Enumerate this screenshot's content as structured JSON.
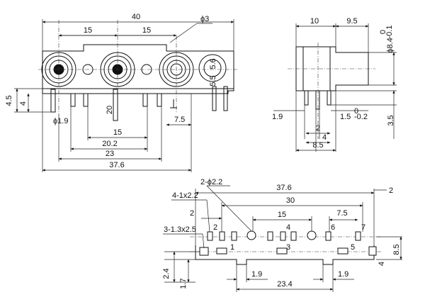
{
  "front_view": {
    "dims_top": [
      "40",
      "15",
      "15",
      "ϕ3"
    ],
    "dims_right": [
      "5.6",
      "5.5"
    ],
    "dims_left": [
      "4.5",
      "4"
    ],
    "pin_label": "20",
    "dims_bottom": [
      "ϕ1.9",
      "15",
      "20.2",
      "23",
      "37.6",
      "7.5"
    ]
  },
  "side_view": {
    "dims_top": [
      "10",
      "9.5"
    ],
    "dia_main": "ϕ8.4",
    "dia_tol_upper": "0",
    "dia_tol_lower": "-0.1",
    "dim_left": "1.9",
    "dim_right": "1.5",
    "pin_tol_upper": "0",
    "pin_tol_lower": "-0.2",
    "dim_height": "3.5",
    "dims_bottom": [
      "2",
      "4",
      "8.5"
    ]
  },
  "footprint": {
    "hole_label": "2-ϕ2.2",
    "slot_label_1": "4-1x2.2",
    "slot_label_2": "3-1.3x2.5",
    "dims_top": [
      "37.6",
      "30",
      "15",
      "7.5",
      "2",
      "2"
    ],
    "pin_numbers": [
      "1",
      "2",
      "3",
      "4",
      "5",
      "6",
      "7"
    ],
    "dims_right": [
      "8.5",
      "4"
    ],
    "dims_left": [
      "2.4",
      "1.7"
    ],
    "dims_bottom": [
      "1.9",
      "1.9",
      "23.4"
    ]
  }
}
